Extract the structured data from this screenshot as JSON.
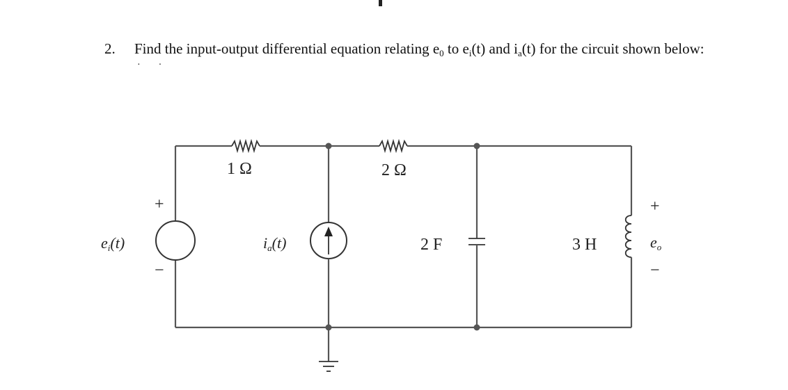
{
  "question": {
    "number": "2.",
    "p1": "Find the input-output differential equation relating e",
    "s1": "0",
    "p2": " to e",
    "s2": "i",
    "p3": "(t) and i",
    "s3": "a",
    "p4": "(t) for the circuit shown below:"
  },
  "circuit": {
    "r1_label": "1 Ω",
    "r2_label": "2 Ω",
    "cap_label": "2 F",
    "ind_label": "3 H",
    "vs_base": "e",
    "vs_sub": "i",
    "vs_tail": "(t)",
    "is_base": "i",
    "is_sub": "a",
    "is_tail": "(t)",
    "out_label": "e",
    "out_sub": "o",
    "plus": "+",
    "minus": "−"
  }
}
